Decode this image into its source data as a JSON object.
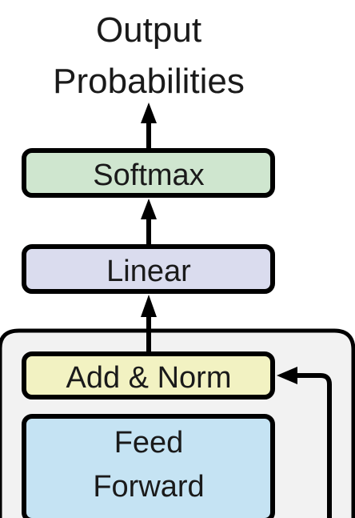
{
  "output": {
    "line1": "Output",
    "line2": "Probabilities"
  },
  "blocks": {
    "softmax": {
      "label": "Softmax",
      "color": "#cfe6cf"
    },
    "linear": {
      "label": "Linear",
      "color": "#dadcee"
    },
    "add_norm": {
      "label": "Add & Norm",
      "color": "#f2f2c2"
    },
    "feed_forward": {
      "line1": "Feed",
      "line2": "Forward",
      "color": "#c5e3f3"
    }
  },
  "container": {
    "color": "#f2f2f2"
  }
}
